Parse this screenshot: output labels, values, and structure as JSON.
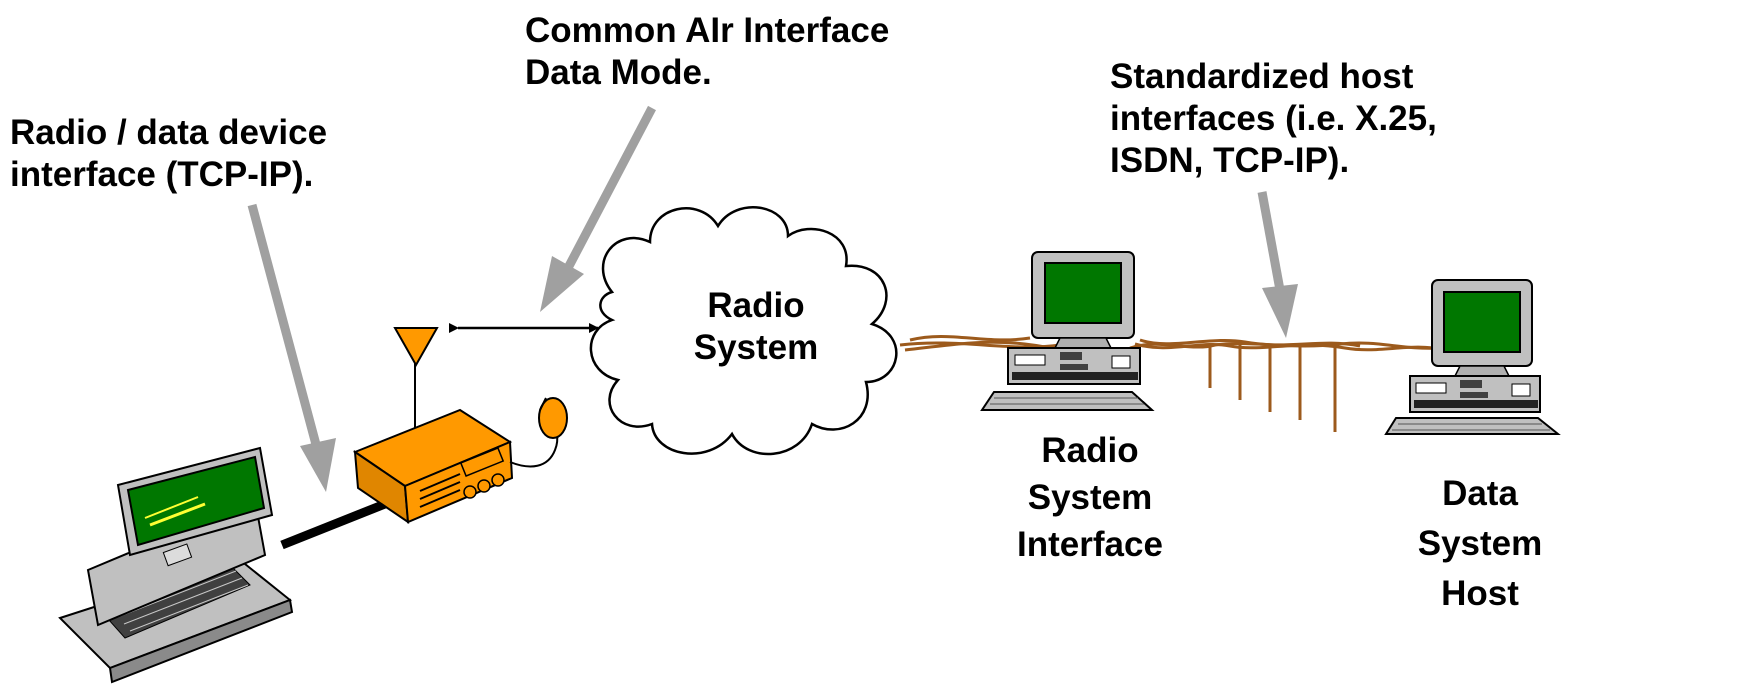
{
  "labels": {
    "common_air": [
      "Common AIr Interface",
      "Data Mode."
    ],
    "radio_device": [
      "Radio / data device",
      "interface (TCP-IP)."
    ],
    "host_interfaces": [
      "Standardized host",
      "interfaces (i.e. X.25,",
      "ISDN, TCP-IP)."
    ],
    "cloud": [
      "Radio",
      "System"
    ],
    "rsi": [
      "Radio",
      "System",
      "Interface"
    ],
    "dsh": [
      "Data",
      "System",
      "Host"
    ]
  },
  "colors": {
    "pointer_arrow": "#a0a0a0",
    "orange": "#ff9900",
    "cable": "#9c5a1c",
    "screen": "#007700",
    "device_gray": "#c0c0c0"
  },
  "icons": [
    "laptop-icon",
    "radio-transceiver-icon",
    "antenna-icon",
    "microphone-icon",
    "radio-cloud-icon",
    "desktop-computer-icon",
    "network-cable-icon"
  ]
}
